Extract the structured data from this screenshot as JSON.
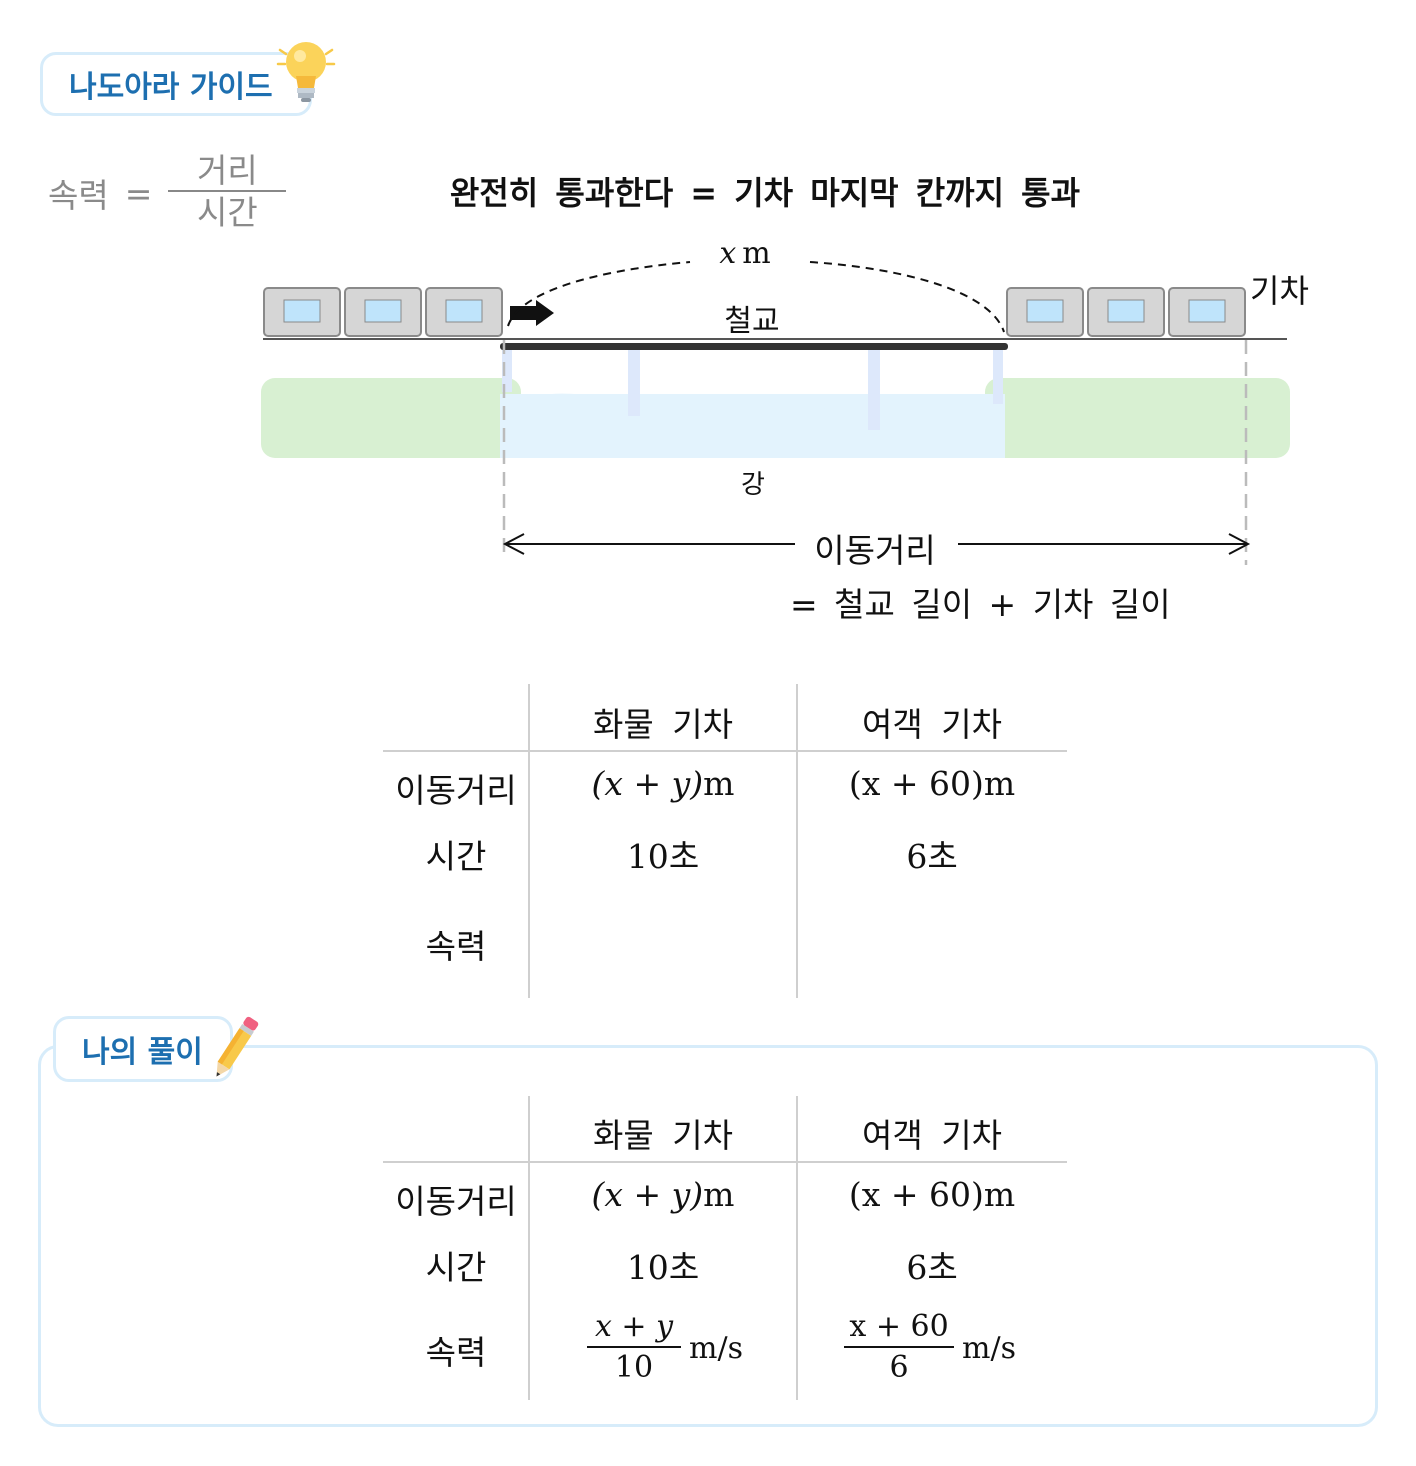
{
  "guide": {
    "badge_label": "나도아라 가이드",
    "formula_lhs": "속력",
    "formula_eq": "=",
    "formula_num": "거리",
    "formula_den": "시간",
    "headline": "완전히 통과한다 = 기차 마지막 칸까지 통과",
    "distance_var": "x",
    "distance_unit": "m",
    "bridge_label": "철교",
    "train_label": "기차",
    "river_label": "강",
    "travel_label": "이동거리",
    "travel_eq": "= 철교 길이 + 기차 길이"
  },
  "table": {
    "headers": [
      "화물 기차",
      "여객 기차"
    ],
    "row_labels": [
      "이동거리",
      "시간",
      "속력"
    ],
    "freight": {
      "distance": {
        "expr": "(x + y)",
        "unit": "m"
      },
      "time": {
        "value": "10",
        "unit": "초"
      }
    },
    "passenger": {
      "distance": {
        "expr": "(x + 60)",
        "unit": "m"
      },
      "time": {
        "value": "6",
        "unit": "초"
      }
    }
  },
  "solution": {
    "badge_label": "나의 풀이",
    "freight_speed": {
      "num": "x + y",
      "den": "10",
      "unit": "m/s"
    },
    "passenger_speed": {
      "num": "x + 60",
      "den": "6",
      "unit": "m/s"
    }
  },
  "colors": {
    "badge_text": "#1d6fb0",
    "badge_border": "#d7ecfa",
    "land": "#d8f0d2",
    "water": "#e3f3fd",
    "window": "#bfe4fb",
    "car": "#d6d6d6"
  }
}
